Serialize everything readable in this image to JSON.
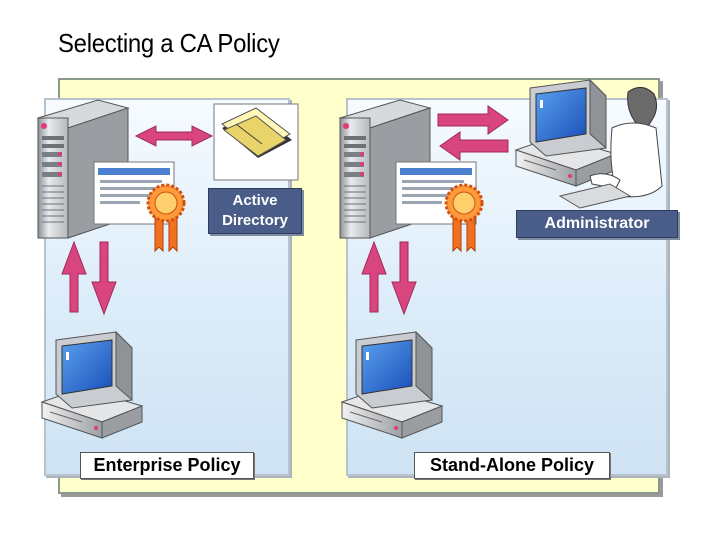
{
  "title": "Selecting a CA Policy",
  "labels": {
    "active_directory": [
      "Active",
      "Directory"
    ],
    "administrator": "Administrator",
    "enterprise": "Enterprise Policy",
    "standalone": "Stand-Alone Policy"
  },
  "colors": {
    "arrow": "#d9457f",
    "panel_bg": "#dcecf9",
    "outer_bg": "#ffffcc",
    "label_dark": "#4a5d88"
  }
}
